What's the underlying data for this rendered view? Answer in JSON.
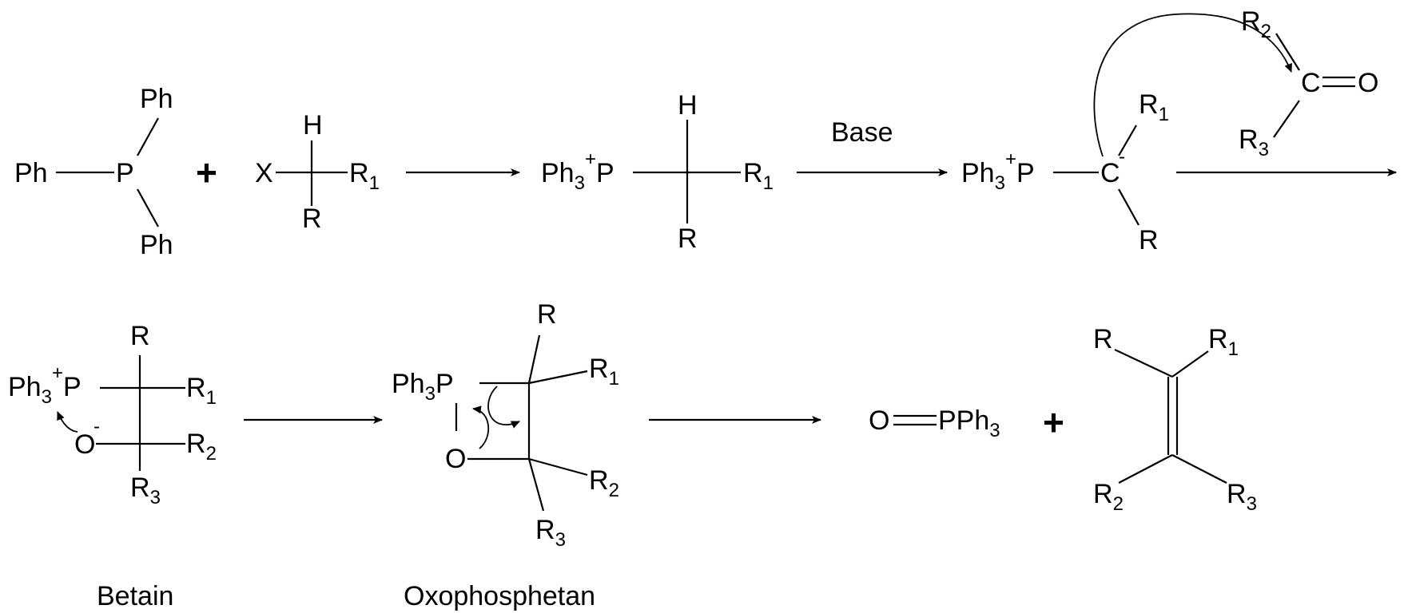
{
  "colors": {
    "ink": "#000000",
    "background": "#ffffff"
  },
  "reaction": {
    "plus_sign": "+",
    "reagent_label": "Base",
    "triphenylphosphine": {
      "p": "P",
      "ph": "Ph"
    },
    "alkyl_halide": {
      "x": "X",
      "h": "H",
      "r": "R",
      "r1": "R",
      "r1_sub": "1"
    },
    "phosphonium": {
      "ph": "Ph",
      "ph_sub": "3",
      "charge": "+",
      "p": "P",
      "h": "H",
      "r": "R",
      "r1": "R",
      "r1_sub": "1"
    },
    "ylide": {
      "ph": "Ph",
      "ph_sub": "3",
      "charge": "+",
      "p": "P",
      "c": "C",
      "c_charge": "-",
      "r": "R",
      "r1": "R",
      "r1_sub": "1"
    },
    "carbonyl": {
      "r2": "R",
      "r2_sub": "2",
      "r3": "R",
      "r3_sub": "3",
      "c": "C",
      "o": "O"
    },
    "betain": {
      "ph": "Ph",
      "ph_sub": "3",
      "charge": "+",
      "p": "P",
      "o": "O",
      "o_charge": "-",
      "r": "R",
      "r1": "R",
      "r1_sub": "1",
      "r2": "R",
      "r2_sub": "2",
      "r3": "R",
      "r3_sub": "3",
      "caption": "Betain"
    },
    "oxophosphetan": {
      "ph": "Ph",
      "ph_sub": "3",
      "p": "P",
      "o": "O",
      "r": "R",
      "r1": "R",
      "r1_sub": "1",
      "r2": "R",
      "r2_sub": "2",
      "r3": "R",
      "r3_sub": "3",
      "caption": "Oxophosphetan"
    },
    "phosphine_oxide": {
      "o": "O",
      "pph": "PPh",
      "sub": "3"
    },
    "alkene": {
      "r": "R",
      "r1": "R",
      "r1_sub": "1",
      "r2": "R",
      "r2_sub": "2",
      "r3": "R",
      "r3_sub": "3"
    }
  }
}
